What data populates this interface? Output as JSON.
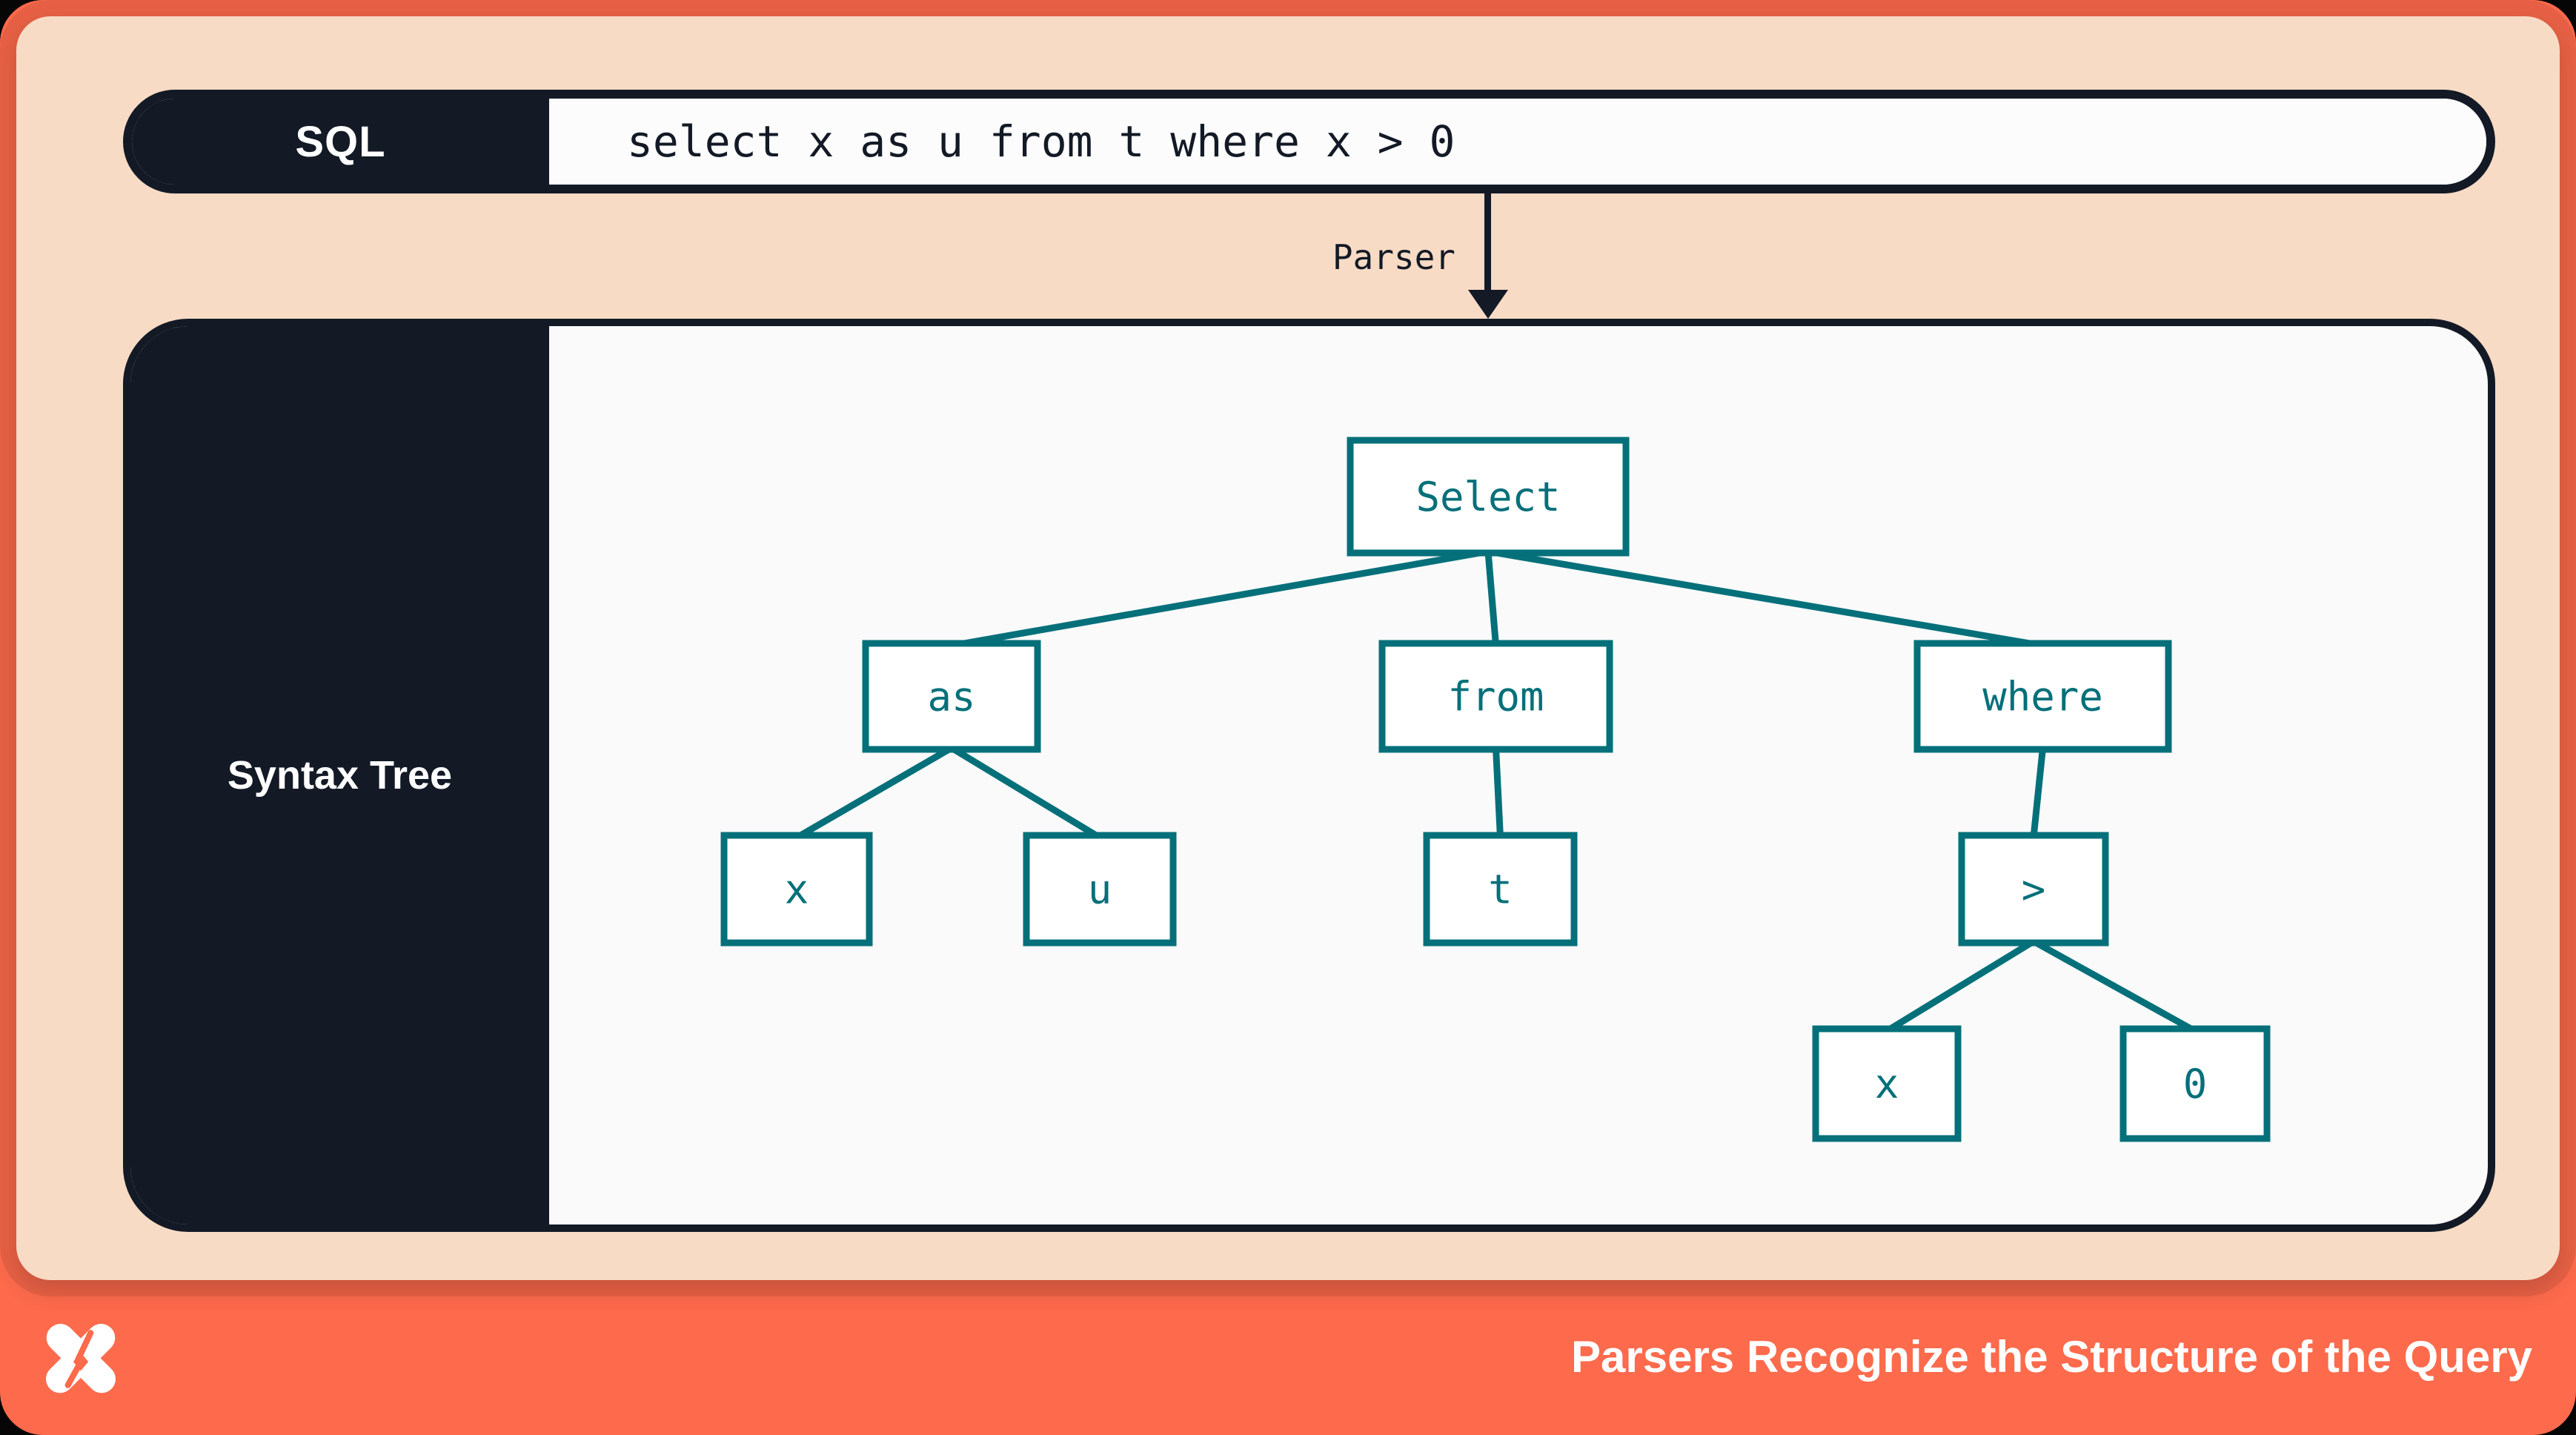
{
  "colors": {
    "frame_orange": "#fd6a4c",
    "rim_orange": "#ec7053",
    "peach": "#f8dbc5",
    "navy": "#131a26",
    "teal": "#05707a",
    "off_white": "#fafafa"
  },
  "sql_bar": {
    "label": "SQL",
    "query": "select x as u from t where x > 0"
  },
  "parser": {
    "label": "Parser"
  },
  "tree_panel": {
    "label": "Syntax Tree"
  },
  "tree": {
    "nodes": [
      {
        "id": "select",
        "label": "Select"
      },
      {
        "id": "as",
        "label": "as"
      },
      {
        "id": "from",
        "label": "from"
      },
      {
        "id": "where",
        "label": "where"
      },
      {
        "id": "x-alias",
        "label": "x"
      },
      {
        "id": "u",
        "label": "u"
      },
      {
        "id": "t",
        "label": "t"
      },
      {
        "id": "gt",
        "label": ">"
      },
      {
        "id": "x-operand",
        "label": "x"
      },
      {
        "id": "zero",
        "label": "0"
      }
    ],
    "edges": [
      [
        "select",
        "as"
      ],
      [
        "select",
        "from"
      ],
      [
        "select",
        "where"
      ],
      [
        "as",
        "x-alias"
      ],
      [
        "as",
        "u"
      ],
      [
        "from",
        "t"
      ],
      [
        "where",
        "gt"
      ],
      [
        "gt",
        "x-operand"
      ],
      [
        "gt",
        "zero"
      ]
    ]
  },
  "footer": {
    "title": "Parsers Recognize the Structure of the Query",
    "logo": "pinwheel-x-logo"
  }
}
